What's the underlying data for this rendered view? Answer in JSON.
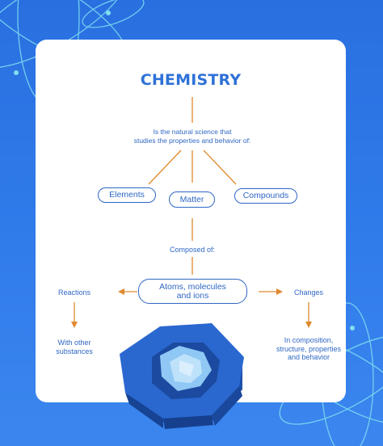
{
  "title": "CHEMISTRY",
  "definition": "Is the natural science that\nstudies the properties and behavior of:",
  "nodes": {
    "elements": "Elements",
    "matter": "Matter",
    "compounds": "Compounds",
    "atoms": "Atoms, molecules\nand ions"
  },
  "composed_of": "Composed of:",
  "reactions": "Reactions",
  "reactions_detail": "With other\nsubstances",
  "changes": "Changes",
  "changes_detail": "In composition,\nstructure, properties\nand behavior",
  "colors": {
    "background": "#2f7bea",
    "title": "#2f72d8",
    "text": "#2f67c4",
    "arrow": "#e0892e",
    "line": "#e0892e"
  }
}
